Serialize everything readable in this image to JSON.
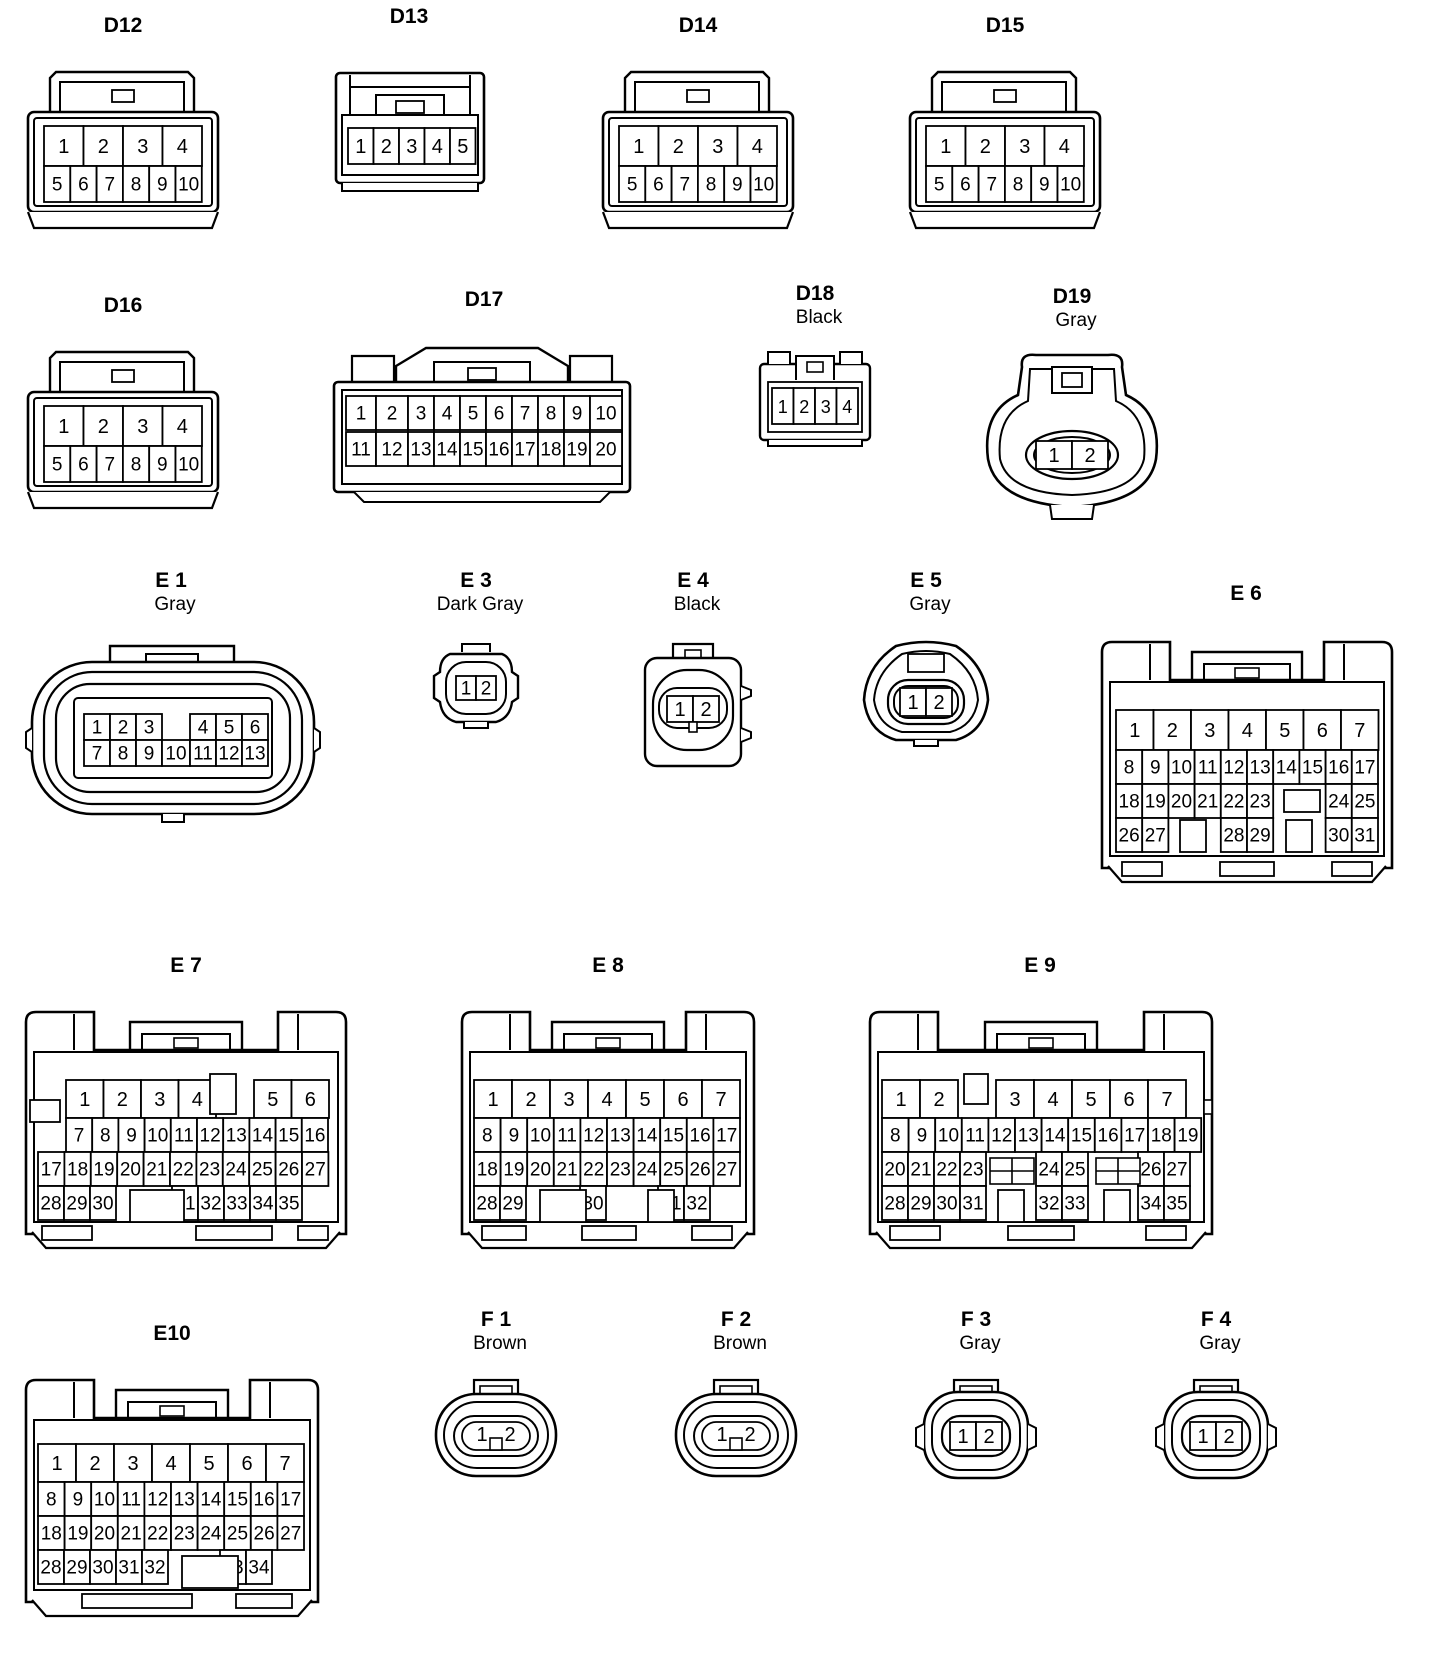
{
  "connectors": [
    {
      "id": "D12",
      "color": "",
      "pins": [
        [
          "1",
          "2",
          "3",
          "4"
        ],
        [
          "5",
          "6",
          "7",
          "8",
          "9",
          "10"
        ]
      ]
    },
    {
      "id": "D13",
      "color": "",
      "pins": [
        [
          "1",
          "2",
          "3",
          "4",
          "5"
        ]
      ]
    },
    {
      "id": "D14",
      "color": "",
      "pins": [
        [
          "1",
          "2",
          "3",
          "4"
        ],
        [
          "5",
          "6",
          "7",
          "8",
          "9",
          "10"
        ]
      ]
    },
    {
      "id": "D15",
      "color": "",
      "pins": [
        [
          "1",
          "2",
          "3",
          "4"
        ],
        [
          "5",
          "6",
          "7",
          "8",
          "9",
          "10"
        ]
      ]
    },
    {
      "id": "D16",
      "color": "",
      "pins": [
        [
          "1",
          "2",
          "3",
          "4"
        ],
        [
          "5",
          "6",
          "7",
          "8",
          "9",
          "10"
        ]
      ]
    },
    {
      "id": "D17",
      "color": "",
      "pins": [
        [
          "1",
          "2",
          "3",
          "4",
          "5",
          "6",
          "7",
          "8",
          "9",
          "10"
        ],
        [
          "11",
          "12",
          "13",
          "14",
          "15",
          "16",
          "17",
          "18",
          "19",
          "20"
        ]
      ]
    },
    {
      "id": "D18",
      "color": "Black",
      "pins": [
        [
          "1",
          "2",
          "3",
          "4"
        ]
      ]
    },
    {
      "id": "D19",
      "color": "Gray",
      "pins": [
        [
          "1",
          "2"
        ]
      ]
    },
    {
      "id": "E 1",
      "color": "Gray",
      "pins": [
        [
          "1",
          "2",
          "3",
          "",
          "4",
          "5",
          "6"
        ],
        [
          "7",
          "8",
          "9",
          "10",
          "11",
          "12",
          "13"
        ]
      ]
    },
    {
      "id": "E 3",
      "color": "Dark Gray",
      "pins": [
        [
          "1",
          "2"
        ]
      ]
    },
    {
      "id": "E 4",
      "color": "Black",
      "pins": [
        [
          "1",
          "2"
        ]
      ]
    },
    {
      "id": "E 5",
      "color": "Gray",
      "pins": [
        [
          "1",
          "2"
        ]
      ]
    },
    {
      "id": "E 6",
      "color": "",
      "pins": [
        [
          "1",
          "2",
          "3",
          "4",
          "5",
          "6",
          "7"
        ],
        [
          "8",
          "9",
          "10",
          "11",
          "12",
          "13",
          "14",
          "15",
          "16",
          "17"
        ],
        [
          "18",
          "19",
          "20",
          "21",
          "22",
          "23",
          "",
          "",
          "24",
          "25"
        ],
        [
          "26",
          "27",
          "",
          "",
          "28",
          "29",
          "",
          "",
          "30",
          "31"
        ]
      ]
    },
    {
      "id": "E 7",
      "color": "",
      "pins": [
        [
          "1",
          "2",
          "3",
          "4",
          "",
          "5",
          "6"
        ],
        [
          "7",
          "8",
          "9",
          "10",
          "11",
          "12",
          "13",
          "14",
          "15",
          "16"
        ],
        [
          "17",
          "18",
          "19",
          "20",
          "21",
          "22",
          "23",
          "24",
          "25",
          "26",
          "27"
        ],
        [
          "28",
          "29",
          "30",
          "",
          "",
          "31",
          "32",
          "33",
          "34",
          "35"
        ]
      ]
    },
    {
      "id": "E 8",
      "color": "",
      "pins": [
        [
          "1",
          "2",
          "3",
          "4",
          "5",
          "6",
          "7"
        ],
        [
          "8",
          "9",
          "10",
          "11",
          "12",
          "13",
          "14",
          "15",
          "16",
          "17"
        ],
        [
          "18",
          "19",
          "20",
          "21",
          "22",
          "23",
          "24",
          "25",
          "26",
          "27"
        ],
        [
          "28",
          "29",
          "",
          "",
          "30",
          "",
          "",
          "31",
          "32"
        ]
      ]
    },
    {
      "id": "E 9",
      "color": "",
      "pins": [
        [
          "1",
          "2",
          "",
          "3",
          "4",
          "5",
          "6",
          "7"
        ],
        [
          "8",
          "9",
          "10",
          "11",
          "12",
          "13",
          "14",
          "15",
          "16",
          "17",
          "18",
          "19"
        ],
        [
          "20",
          "21",
          "22",
          "23",
          "",
          "24",
          "25",
          "",
          "26",
          "27"
        ],
        [
          "28",
          "29",
          "30",
          "31",
          "",
          "32",
          "33",
          "",
          "34",
          "35"
        ]
      ]
    },
    {
      "id": "E10",
      "color": "",
      "pins": [
        [
          "1",
          "2",
          "3",
          "4",
          "5",
          "6",
          "7"
        ],
        [
          "8",
          "9",
          "10",
          "11",
          "12",
          "13",
          "14",
          "15",
          "16",
          "17"
        ],
        [
          "18",
          "19",
          "20",
          "21",
          "22",
          "23",
          "24",
          "25",
          "26",
          "27"
        ],
        [
          "28",
          "29",
          "30",
          "31",
          "32",
          "",
          "",
          "33",
          "34"
        ]
      ]
    },
    {
      "id": "F 1",
      "color": "Brown",
      "pins": [
        [
          "1",
          "2"
        ]
      ]
    },
    {
      "id": "F 2",
      "color": "Brown",
      "pins": [
        [
          "1",
          "2"
        ]
      ]
    },
    {
      "id": "F 3",
      "color": "Gray",
      "pins": [
        [
          "1",
          "2"
        ]
      ]
    },
    {
      "id": "F 4",
      "color": "Gray",
      "pins": [
        [
          "1",
          "2"
        ]
      ]
    }
  ]
}
